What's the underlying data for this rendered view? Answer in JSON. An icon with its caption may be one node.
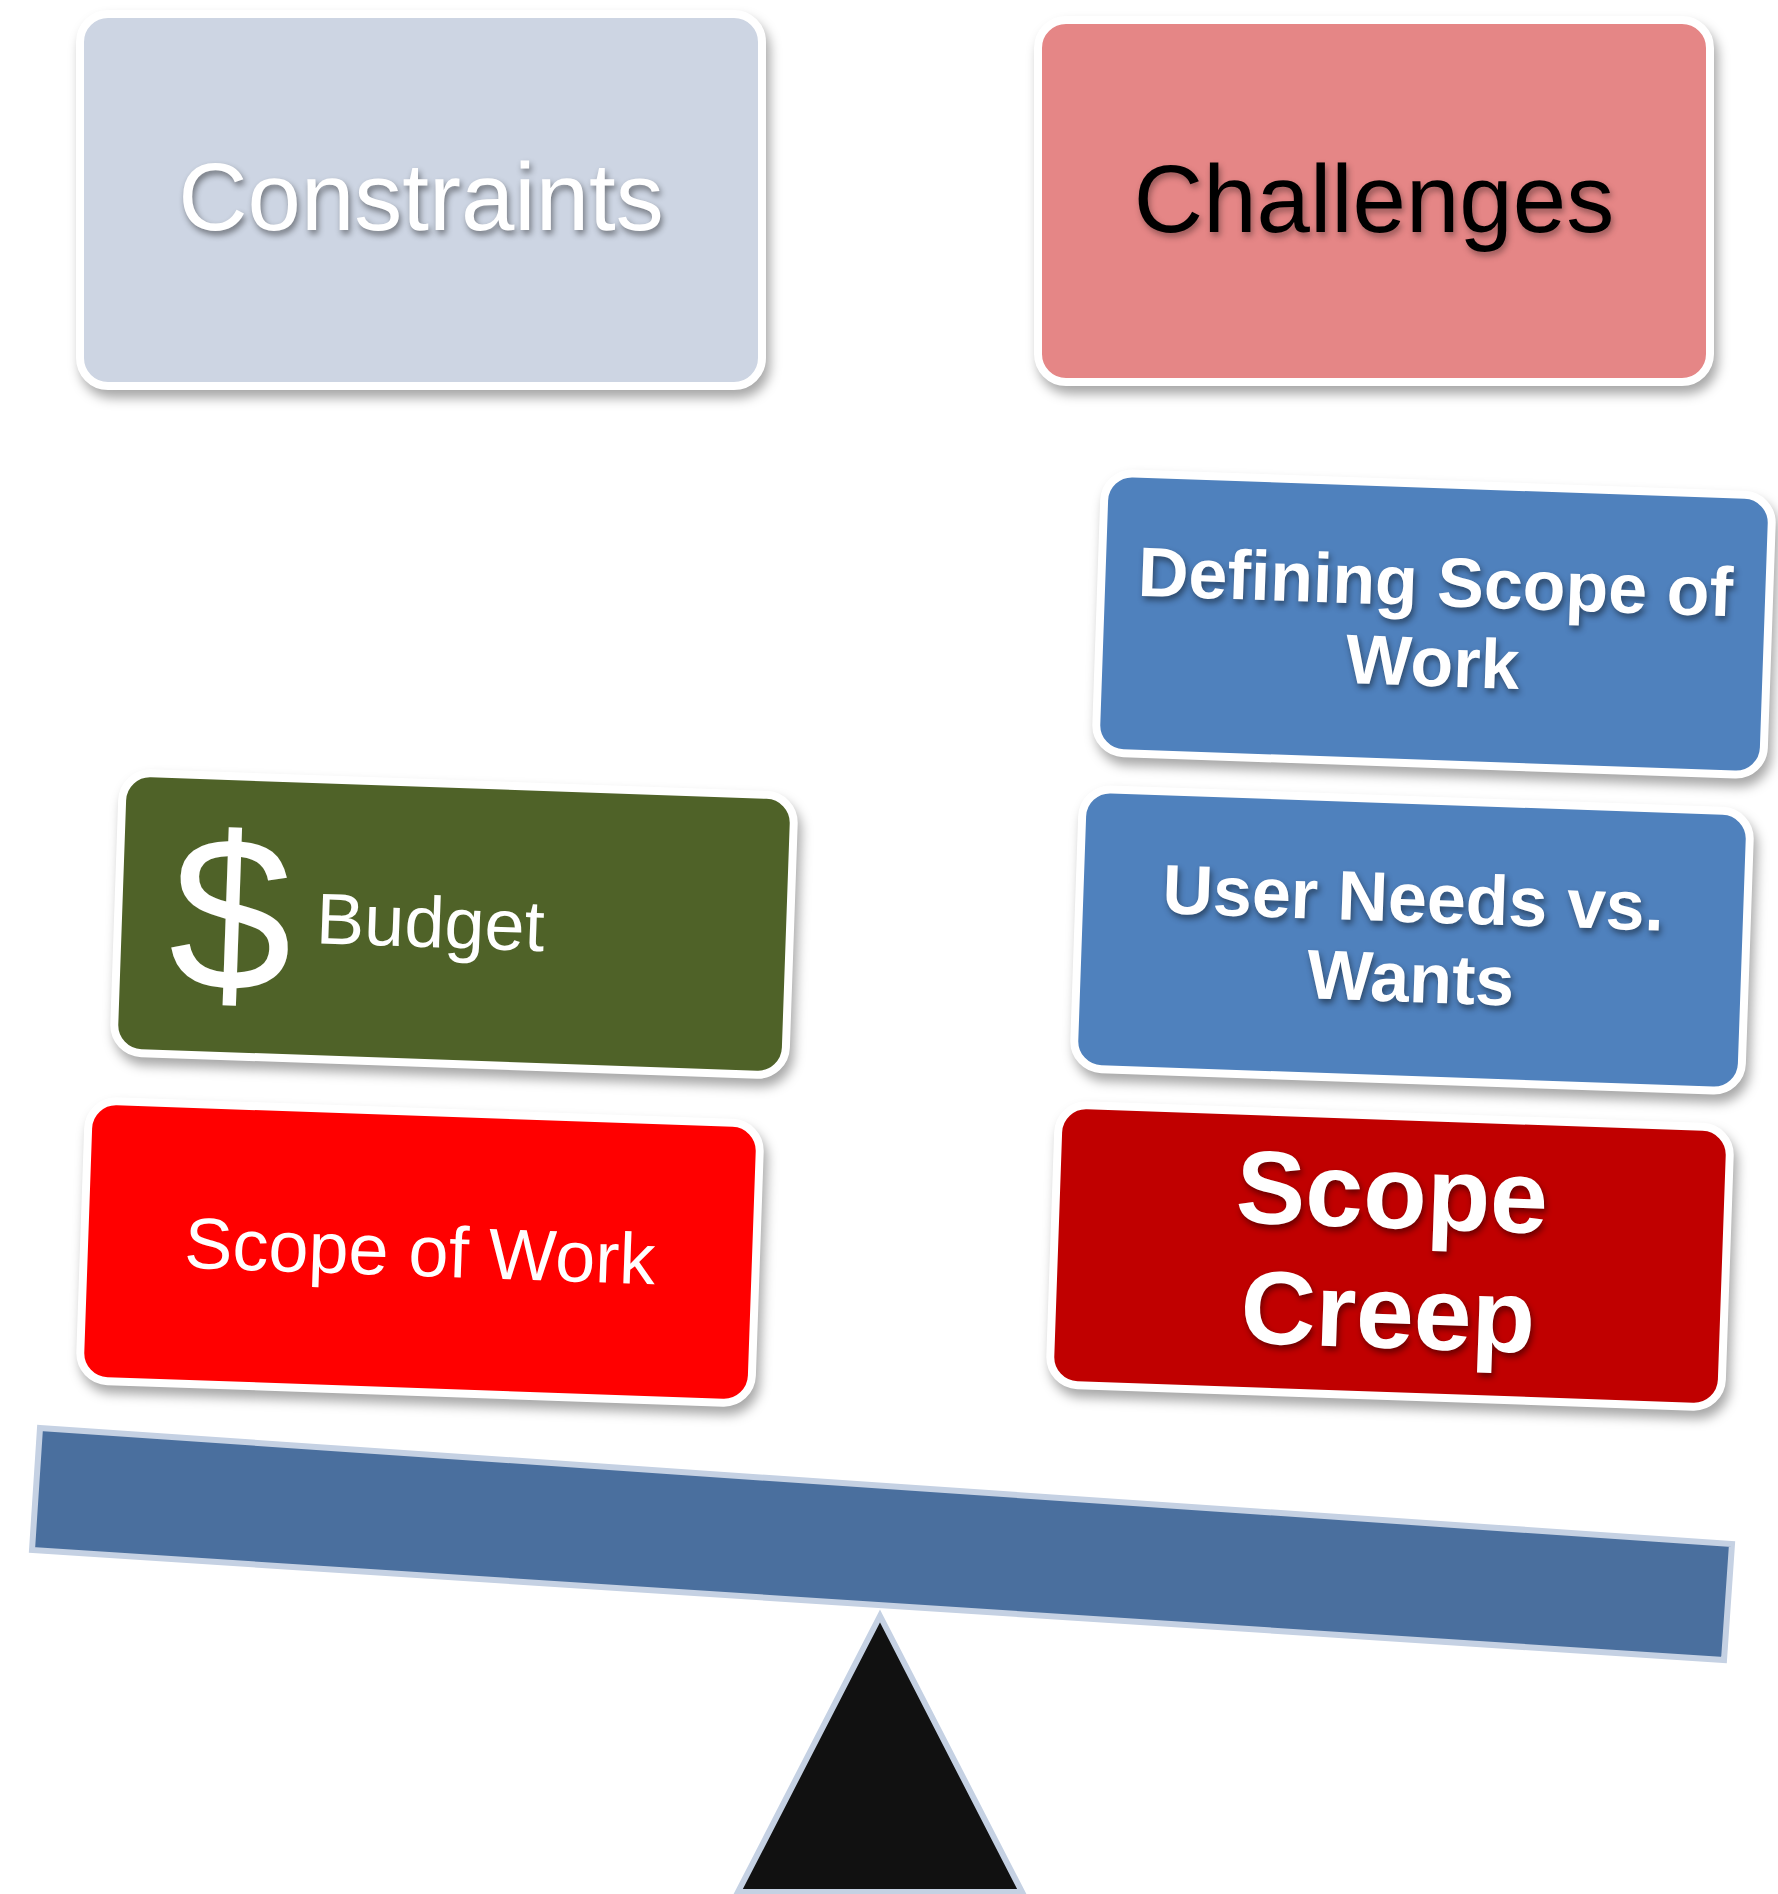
{
  "diagram": {
    "nodes": [
      {
        "text": [
          "Constraints"
        ]
      },
      {
        "text": [
          "Challenges"
        ]
      },
      {
        "text": [
          "$",
          "Budget"
        ]
      },
      {
        "text": [
          "Scope of Work"
        ]
      },
      {
        "text": [
          "Defining Scope of Work"
        ]
      },
      {
        "text": [
          "User Needs vs. Wants"
        ]
      },
      {
        "text": [
          "Scope Creep"
        ]
      }
    ]
  }
}
